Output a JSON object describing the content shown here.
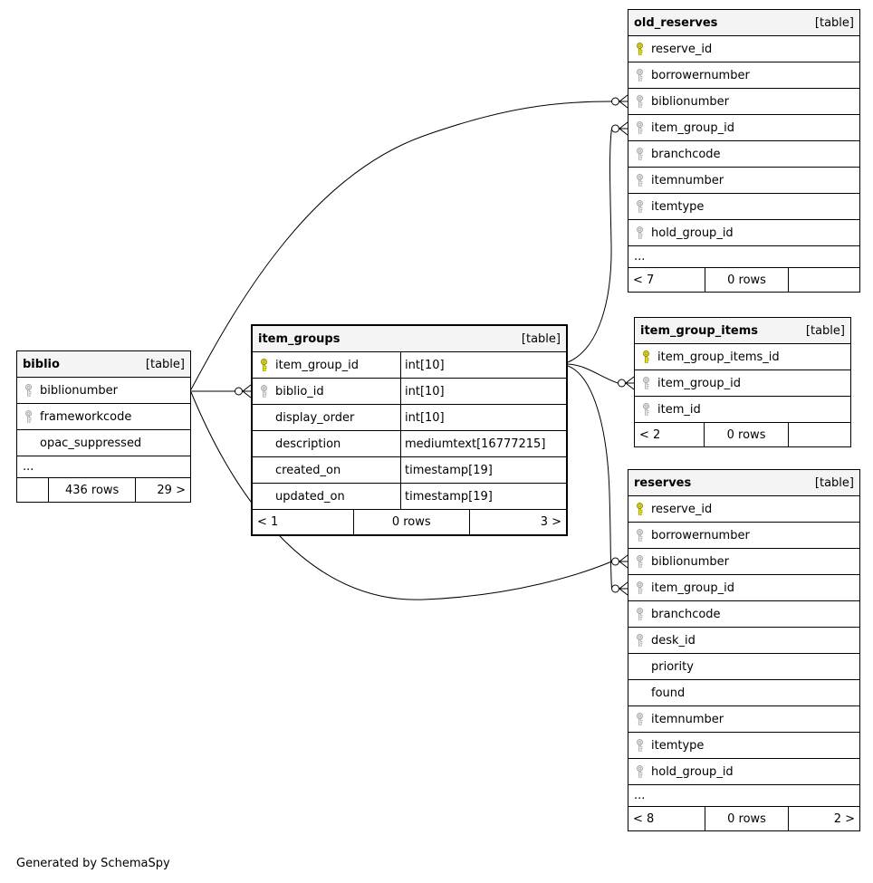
{
  "footer": {
    "note": "Generated by SchemaSpy"
  },
  "diagram": {
    "colors": {
      "primary_key_fill": "#ece81a",
      "primary_key_stroke": "#8f8a00",
      "foreign_key_fill": "#e8e8e8",
      "foreign_key_stroke": "#a6a6a6",
      "header_bg": "#f4f4f4",
      "border": "#000000"
    },
    "tables": [
      {
        "id": "old_reserves",
        "title": "old_reserves",
        "tag": "[table]",
        "emphasized": false,
        "show_types": false,
        "columns": [
          {
            "name": "reserve_id",
            "key": "pk"
          },
          {
            "name": "borrowernumber",
            "key": "fk"
          },
          {
            "name": "biblionumber",
            "key": "fk"
          },
          {
            "name": "item_group_id",
            "key": "fk"
          },
          {
            "name": "branchcode",
            "key": "fk"
          },
          {
            "name": "itemnumber",
            "key": "fk"
          },
          {
            "name": "itemtype",
            "key": "fk"
          },
          {
            "name": "hold_group_id",
            "key": "fk"
          },
          {
            "name": "...",
            "ellipsis": true
          }
        ],
        "footer": {
          "left": "< 7",
          "center": "0 rows",
          "right": ""
        }
      },
      {
        "id": "item_groups",
        "title": "item_groups",
        "tag": "[table]",
        "emphasized": true,
        "show_types": true,
        "columns": [
          {
            "name": "item_group_id",
            "key": "pk",
            "type": "int[10]"
          },
          {
            "name": "biblio_id",
            "key": "fk",
            "type": "int[10]"
          },
          {
            "name": "display_order",
            "key": null,
            "type": "int[10]"
          },
          {
            "name": "description",
            "key": null,
            "type": "mediumtext[16777215]"
          },
          {
            "name": "created_on",
            "key": null,
            "type": "timestamp[19]"
          },
          {
            "name": "updated_on",
            "key": null,
            "type": "timestamp[19]"
          }
        ],
        "footer": {
          "left": "< 1",
          "center": "0 rows",
          "right": "3 >"
        }
      },
      {
        "id": "item_group_items",
        "title": "item_group_items",
        "tag": "[table]",
        "emphasized": false,
        "show_types": false,
        "columns": [
          {
            "name": "item_group_items_id",
            "key": "pk"
          },
          {
            "name": "item_group_id",
            "key": "fk"
          },
          {
            "name": "item_id",
            "key": "fk"
          }
        ],
        "footer": {
          "left": "< 2",
          "center": "0 rows",
          "right": ""
        }
      },
      {
        "id": "biblio",
        "title": "biblio",
        "tag": "[table]",
        "emphasized": false,
        "show_types": false,
        "columns": [
          {
            "name": "biblionumber",
            "key": "fk"
          },
          {
            "name": "frameworkcode",
            "key": "fk"
          },
          {
            "name": "opac_suppressed",
            "key": null
          },
          {
            "name": "...",
            "ellipsis": true
          }
        ],
        "footer": {
          "left": "",
          "center": "436 rows",
          "right": "29 >"
        }
      },
      {
        "id": "reserves",
        "title": "reserves",
        "tag": "[table]",
        "emphasized": false,
        "show_types": false,
        "columns": [
          {
            "name": "reserve_id",
            "key": "pk"
          },
          {
            "name": "borrowernumber",
            "key": "fk"
          },
          {
            "name": "biblionumber",
            "key": "fk"
          },
          {
            "name": "item_group_id",
            "key": "fk"
          },
          {
            "name": "branchcode",
            "key": "fk"
          },
          {
            "name": "desk_id",
            "key": "fk"
          },
          {
            "name": "priority",
            "key": null
          },
          {
            "name": "found",
            "key": null
          },
          {
            "name": "itemnumber",
            "key": "fk"
          },
          {
            "name": "itemtype",
            "key": "fk"
          },
          {
            "name": "hold_group_id",
            "key": "fk"
          },
          {
            "name": "...",
            "ellipsis": true
          }
        ],
        "footer": {
          "left": "< 8",
          "center": "0 rows",
          "right": "2 >"
        }
      }
    ],
    "relationships": [
      {
        "from": "biblio.biblionumber",
        "to": "old_reserves.biblionumber"
      },
      {
        "from": "biblio.biblionumber",
        "to": "item_groups.biblio_id"
      },
      {
        "from": "biblio.biblionumber",
        "to": "reserves.biblionumber"
      },
      {
        "from": "item_groups.item_group_id",
        "to": "old_reserves.item_group_id"
      },
      {
        "from": "item_groups.item_group_id",
        "to": "item_group_items.item_group_id"
      },
      {
        "from": "item_groups.item_group_id",
        "to": "reserves.item_group_id"
      }
    ]
  }
}
